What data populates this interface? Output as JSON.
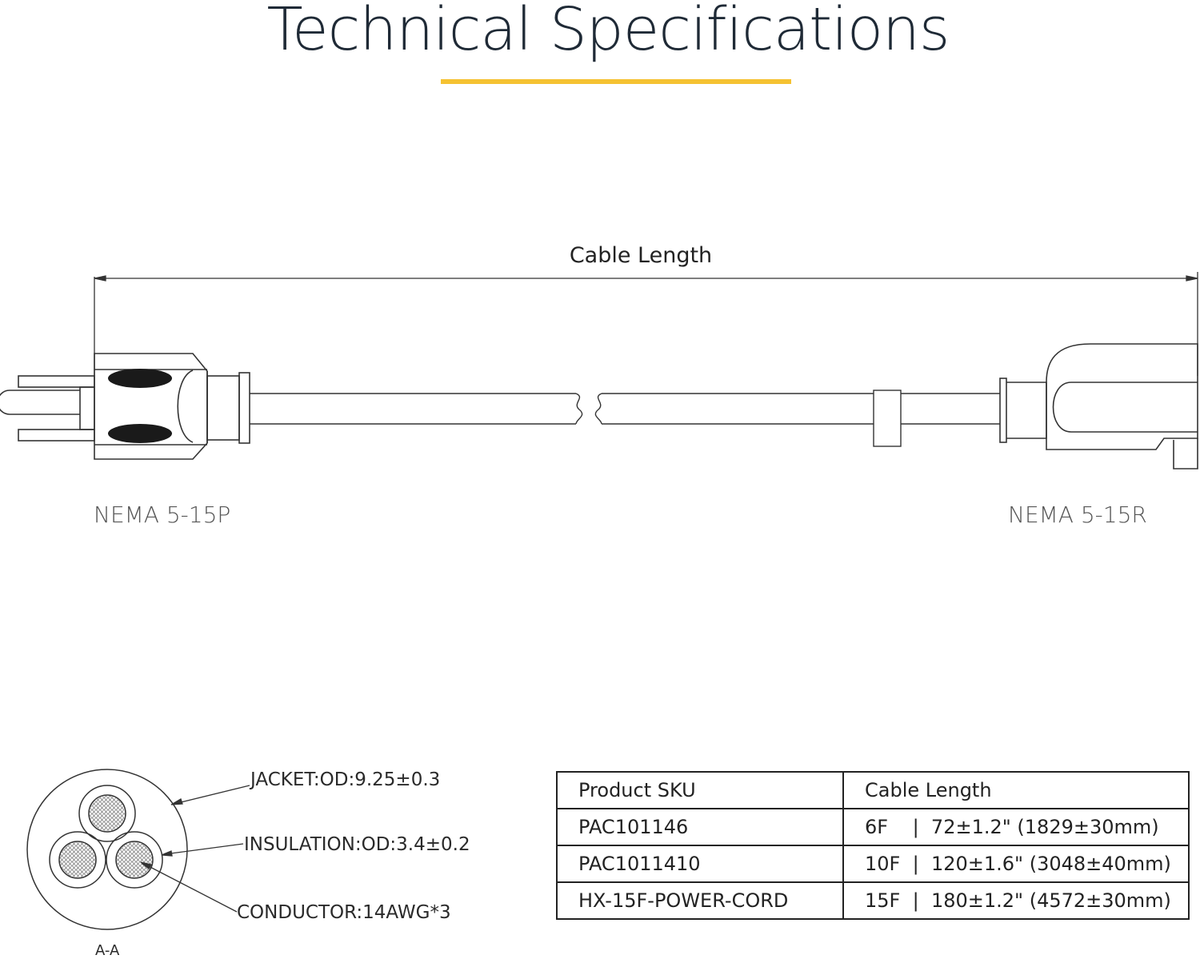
{
  "title": "Technical Specifications",
  "colors": {
    "accent": "#f5c232",
    "line": "#333333"
  },
  "dimension": {
    "label": "Cable Length"
  },
  "connectors": {
    "left": "NEMA 5-15P",
    "right": "NEMA 5-15R"
  },
  "cross_section": {
    "jacket": "JACKET:OD:9.25±0.3",
    "insulation": "INSULATION:OD:3.4±0.2",
    "conductor": "CONDUCTOR:14AWG*3",
    "section_label": "A-A"
  },
  "table": {
    "headers": [
      "Product SKU",
      "Cable Length"
    ],
    "rows": [
      {
        "sku": "PAC101146",
        "length": "6F    |  72±1.2\" (1829±30mm)"
      },
      {
        "sku": "PAC1011410",
        "length": "10F  |  120±1.6\" (3048±40mm)"
      },
      {
        "sku": "HX-15F-POWER-CORD",
        "length": "15F  |  180±1.2\" (4572±30mm)"
      }
    ]
  }
}
